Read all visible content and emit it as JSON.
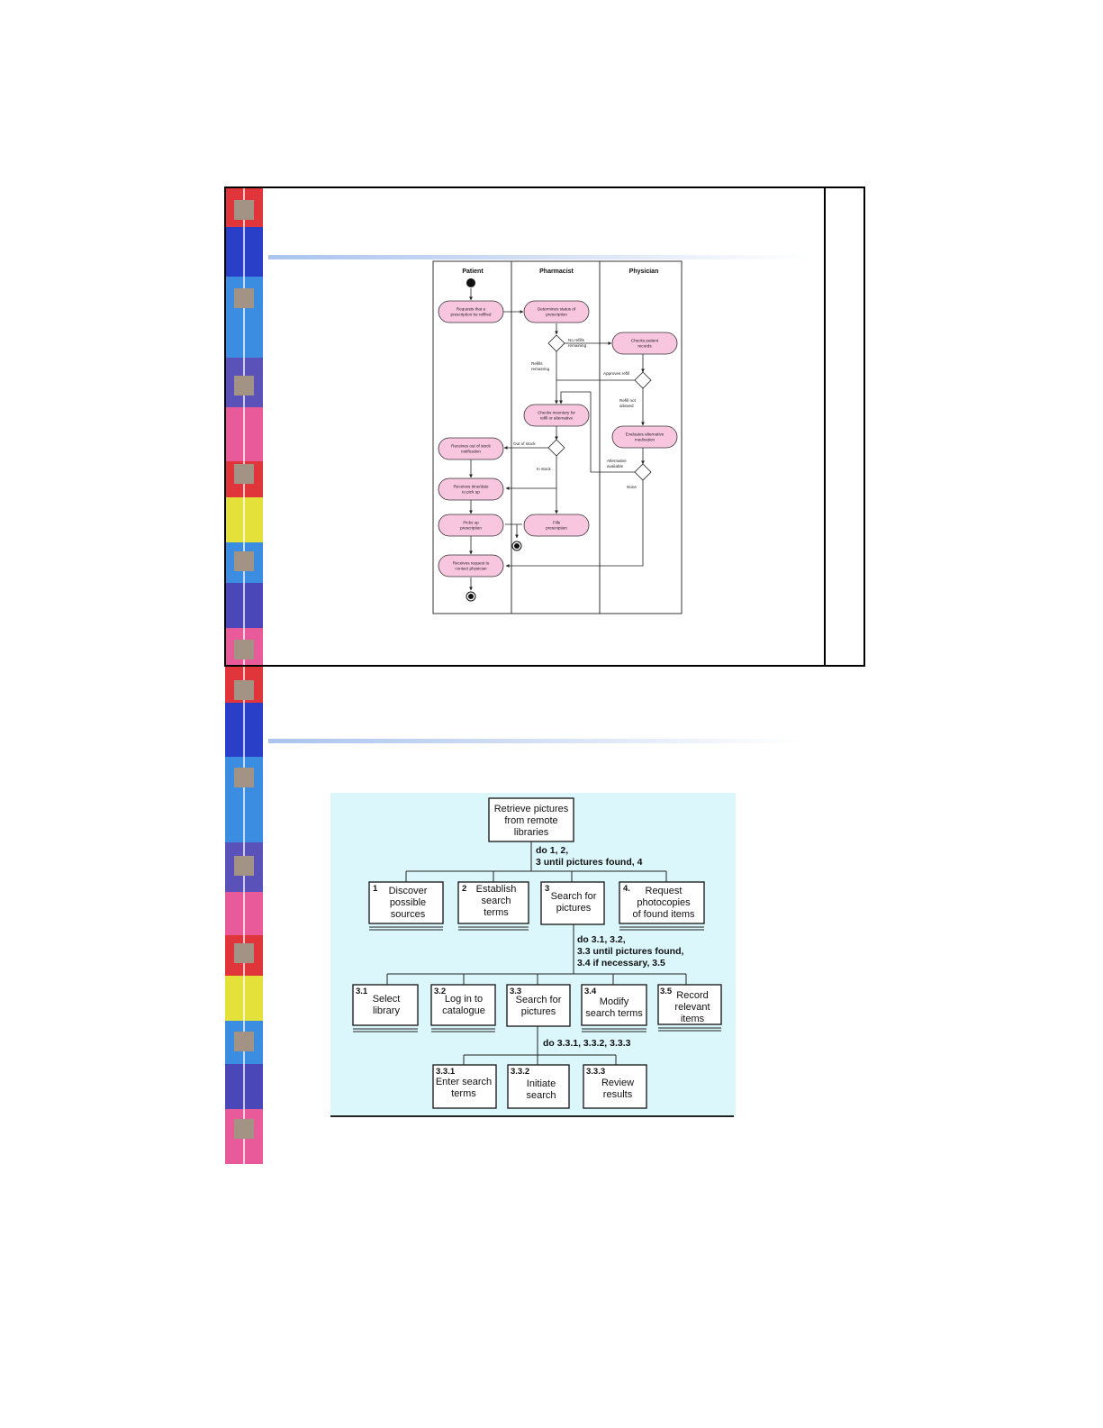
{
  "activity_diagram": {
    "swimlanes": [
      "Patient",
      "Pharmacist",
      "Physician"
    ],
    "actions": {
      "request_refill": [
        "Requests that a",
        "prescription be refilled"
      ],
      "determine_status": [
        "Determines status of",
        "prescription"
      ],
      "check_records": [
        "Checks patient",
        "records"
      ],
      "check_inventory": [
        "Checks inventory for",
        "refill or alternative"
      ],
      "evaluate_alternative": [
        "Evaluates alternative",
        "medication"
      ],
      "receive_out_of_stock": [
        "Receives out of stock",
        "notification"
      ],
      "receive_time": [
        "Receives time/date",
        "to pick up"
      ],
      "pick_up": [
        "Picks up",
        "prescription"
      ],
      "fill_prescription": [
        "Fills",
        "prescription"
      ],
      "receive_contact_request": [
        "Receives request to",
        "contact physician"
      ]
    },
    "guards": {
      "no_refills": [
        "No refills",
        "remaining"
      ],
      "refills_remaining": [
        "Refills",
        "remaining"
      ],
      "approves_refill": "Approves refill",
      "refill_not_allowed": [
        "Refill not",
        "allowed"
      ],
      "out_of_stock": "Out of stock",
      "in_stock": "In stock",
      "alternative_available": [
        "Alternative",
        "available"
      ],
      "none": "None"
    }
  },
  "hierarchy_diagram": {
    "root": [
      "Retrieve pictures",
      "from remote",
      "libraries"
    ],
    "plan_0": [
      "do 1, 2,",
      "3 until pictures found, 4"
    ],
    "level1": [
      {
        "num": "1",
        "lines": [
          "Discover",
          "possible",
          "sources"
        ]
      },
      {
        "num": "2",
        "lines": [
          "Establish",
          "search",
          "terms"
        ]
      },
      {
        "num": "3",
        "lines": [
          "Search for",
          "pictures"
        ]
      },
      {
        "num": "4.",
        "lines": [
          "Request",
          "photocopies",
          "of found items"
        ]
      }
    ],
    "plan_3": [
      "do 3.1, 3.2,",
      "3.3 until pictures found,",
      "3.4 if necessary, 3.5"
    ],
    "level2": [
      {
        "num": "3.1",
        "lines": [
          "Select",
          "library"
        ]
      },
      {
        "num": "3.2",
        "lines": [
          "Log in to",
          "catalogue"
        ]
      },
      {
        "num": "3.3",
        "lines": [
          "Search for",
          "pictures"
        ]
      },
      {
        "num": "3.4",
        "lines": [
          "Modify",
          "search terms"
        ]
      },
      {
        "num": "3.5",
        "lines": [
          "Record",
          "relevant",
          "items"
        ]
      }
    ],
    "plan_33": "do 3.3.1, 3.3.2, 3.3.3",
    "level3": [
      {
        "num": "3.3.1",
        "lines": [
          "Enter search",
          "terms"
        ]
      },
      {
        "num": "3.3.2",
        "lines": [
          "Initiate",
          "search"
        ]
      },
      {
        "num": "3.3.3",
        "lines": [
          "Review",
          "results"
        ]
      }
    ]
  }
}
